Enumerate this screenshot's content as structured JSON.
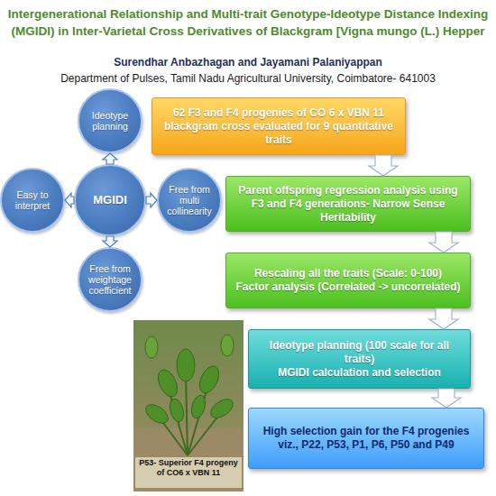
{
  "diagram": {
    "title": "Intergenerational Relationship and Multi-trait Genotype-Ideotype Distance Indexing (MGIDI) in Inter-Varietal Cross Derivatives of Blackgram [Vigna mungo (L.) Hepper",
    "nodes": [
      {
        "text": [
          "Ideotype planning"
        ]
      },
      {
        "text": [
          "Easy to interpret"
        ]
      },
      {
        "text": [
          "MGIDI"
        ]
      },
      {
        "text": [
          "Free from multi collinearity"
        ]
      },
      {
        "text": [
          "Free from weightage coefficient"
        ]
      },
      {
        "text": [
          "62 F3 and F4 progenies of CO 6 x VBN 11 blackgram cross evaluated for 9 quantitative traits"
        ]
      },
      {
        "text": [
          "Parent offspring regression analysis using F3 and F4 generations- Narrow Sense Heritability"
        ]
      },
      {
        "text": [
          "Rescaling all the traits (Scale: 0-100)",
          "Factor analysis (Correlated -> uncorrelated)"
        ]
      },
      {
        "text": [
          "Ideotype planning (100 scale for all traits)",
          "MGIDI calculation and selection"
        ]
      },
      {
        "text": [
          "High selection gain for the F4 progenies viz., P22, P53, P1, P6, P50 and P49"
        ]
      }
    ],
    "edges": [
      {
        "from": 2,
        "to": 0,
        "arrow": "to"
      },
      {
        "from": 2,
        "to": 1,
        "arrow": "to"
      },
      {
        "from": 2,
        "to": 3,
        "arrow": "to"
      },
      {
        "from": 2,
        "to": 4,
        "arrow": "to"
      },
      {
        "from": 5,
        "to": 6,
        "arrow": "to"
      },
      {
        "from": 6,
        "to": 7,
        "arrow": "to"
      },
      {
        "from": 7,
        "to": 8,
        "arrow": "to"
      },
      {
        "from": 8,
        "to": 9,
        "arrow": "to"
      }
    ],
    "labels": [
      "Surendhar Anbazhagan and Jayamani Palaniyappan",
      "Department of Pulses, Tamil Nadu Agricultural University, Coimbatore- 641003",
      "P53- Superior F4 progeny of CO6 x VBN 11"
    ]
  }
}
